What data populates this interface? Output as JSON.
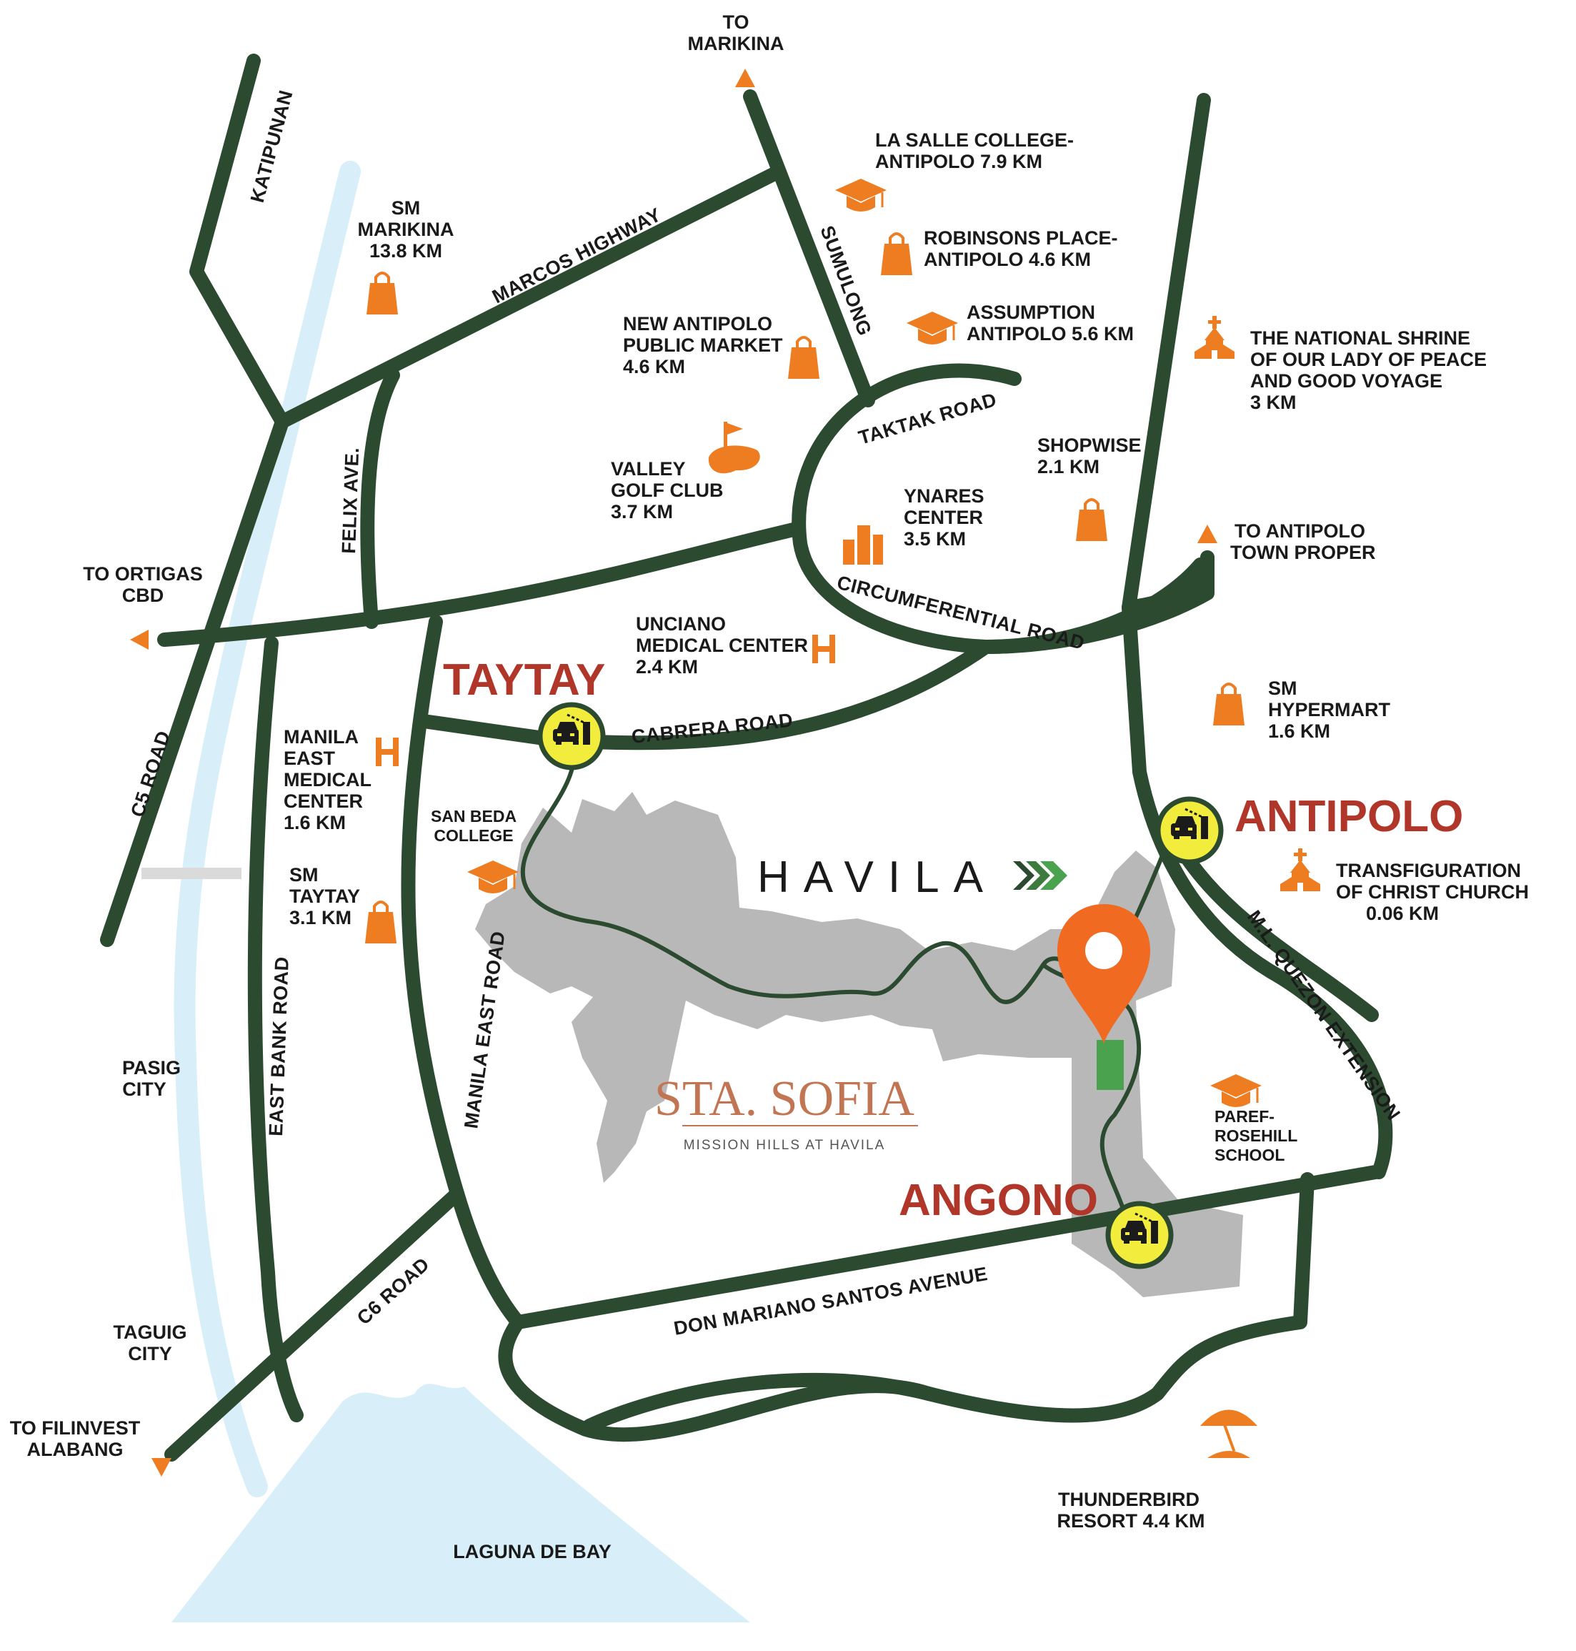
{
  "colors": {
    "road": "#2c4a30",
    "river": "#d8eff9",
    "development": "#b8b8b8",
    "icon": "#ee7d22",
    "town": "#b0362a",
    "pin": "#f06a22",
    "toll": "#f2ec3c",
    "brand_green": "#4aa24f"
  },
  "directions": {
    "marikina": [
      "TO",
      "MARIKINA"
    ],
    "ortigas": [
      "TO ORTIGAS",
      "CBD"
    ],
    "antipolo_proper": [
      "TO ANTIPOLO",
      "TOWN PROPER"
    ],
    "filinvest": [
      "TO FILINVEST",
      "ALABANG"
    ]
  },
  "roads": {
    "katipunan": "KATIPUNAN",
    "marcos": "MARCOS HIGHWAY",
    "sumulong": "SUMULONG",
    "taktak": "TAKTAK ROAD",
    "felix": "FELIX AVE.",
    "circumferential": "CIRCUMFERENTIAL ROAD",
    "cabrera": "CABRERA ROAD",
    "c5": "C5 ROAD",
    "east_bank": "EAST BANK ROAD",
    "manila_east": "MANILA EAST ROAD",
    "c6": "C6 ROAD",
    "don_mariano": "DON MARIANO SANTOS AVENUE",
    "ml_quezon": "M.L. QUEZON EXTENSION"
  },
  "places": {
    "pasig": [
      "PASIG",
      "CITY"
    ],
    "taguig": [
      "TAGUIG",
      "CITY"
    ],
    "laguna": "LAGUNA DE BAY"
  },
  "towns": {
    "taytay": "TAYTAY",
    "antipolo": "ANTIPOLO",
    "angono": "ANGONO"
  },
  "pois": {
    "sm_marikina": {
      "icon": "shopping-bag-icon",
      "lines": [
        "SM",
        "MARIKINA",
        "13.8 KM"
      ]
    },
    "la_salle": {
      "icon": "graduation-cap-icon",
      "lines": [
        "LA SALLE COLLEGE-",
        "ANTIPOLO 7.9 KM"
      ]
    },
    "robinsons": {
      "icon": "shopping-bag-icon",
      "lines": [
        "ROBINSONS PLACE-",
        "ANTIPOLO 4.6 KM"
      ]
    },
    "assumption": {
      "icon": "graduation-cap-icon",
      "lines": [
        "ASSUMPTION",
        "ANTIPOLO 5.6 KM"
      ]
    },
    "new_market": {
      "icon": "shopping-bag-icon",
      "lines": [
        "NEW ANTIPOLO",
        "PUBLIC MARKET",
        "4.6 KM"
      ]
    },
    "shrine": {
      "icon": "church-icon",
      "lines": [
        "THE NATIONAL SHRINE",
        "OF OUR LADY OF PEACE",
        "AND GOOD VOYAGE",
        "3 KM"
      ]
    },
    "valley_golf": {
      "icon": "golf-flag-icon",
      "lines": [
        "VALLEY",
        "GOLF CLUB",
        "3.7 KM"
      ]
    },
    "ynares": {
      "icon": "building-icon",
      "lines": [
        "YNARES",
        "CENTER",
        "3.5 KM"
      ]
    },
    "shopwise": {
      "icon": "shopping-bag-icon",
      "lines": [
        "SHOPWISE",
        "2.1 KM"
      ]
    },
    "unciano": {
      "icon": "hospital-icon",
      "lines": [
        "UNCIANO",
        "MEDICAL CENTER",
        "2.4 KM"
      ]
    },
    "manila_east_med": {
      "icon": "hospital-icon",
      "lines": [
        "MANILA",
        "EAST",
        "MEDICAL",
        "CENTER",
        "1.6 KM"
      ]
    },
    "sm_hypermart": {
      "icon": "shopping-bag-icon",
      "lines": [
        "SM",
        "HYPERMART",
        "1.6 KM"
      ]
    },
    "san_beda": {
      "icon": "graduation-cap-icon",
      "lines": [
        "SAN BEDA",
        "COLLEGE"
      ]
    },
    "sm_taytay": {
      "icon": "shopping-bag-icon",
      "lines": [
        "SM",
        "TAYTAY",
        "3.1 KM"
      ]
    },
    "transfiguration": {
      "icon": "church-icon",
      "lines": [
        "TRANSFIGURATION",
        "OF CHRIST CHURCH",
        "0.06 KM"
      ]
    },
    "paref": {
      "icon": "graduation-cap-icon",
      "lines": [
        "PAREF-",
        "ROSEHILL",
        "SCHOOL"
      ]
    },
    "thunderbird": {
      "icon": "beach-umbrella-icon",
      "lines": [
        "THUNDERBIRD",
        "RESORT 4.4 KM"
      ]
    }
  },
  "brand": {
    "havila": "HAVILA",
    "sta_sofia": "STA. SOFIA",
    "sta_sofia_sub": "MISSION HILLS AT HAVILA"
  }
}
